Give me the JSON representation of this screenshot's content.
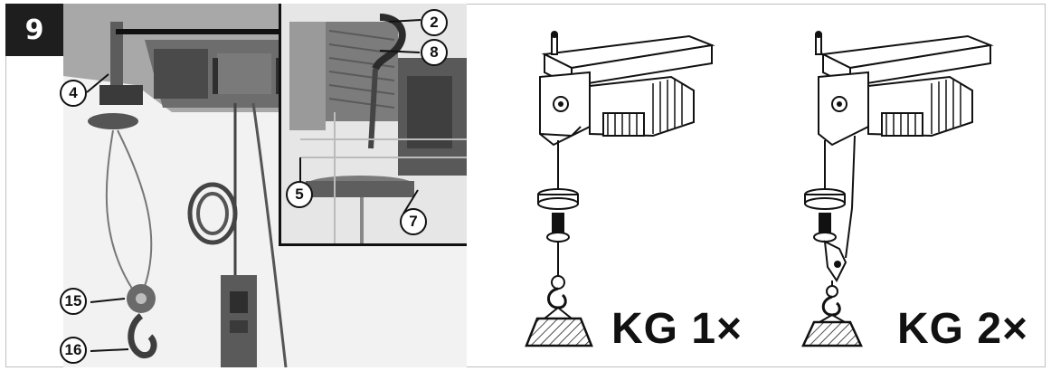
{
  "figure": {
    "number": "9"
  },
  "callouts": {
    "c2": "2",
    "c8": "8",
    "c4": "4",
    "c5": "5",
    "c7": "7",
    "c15": "15",
    "c16": "16"
  },
  "diagrams": {
    "single": {
      "label": "KG 1×"
    },
    "double": {
      "label": "KG 2×"
    }
  },
  "colors": {
    "badge": "#1e1e1e",
    "photo_dark": "#3a3a3a",
    "photo_mid": "#8a8a8a",
    "photo_light": "#d9d9d9",
    "line": "#111111"
  }
}
